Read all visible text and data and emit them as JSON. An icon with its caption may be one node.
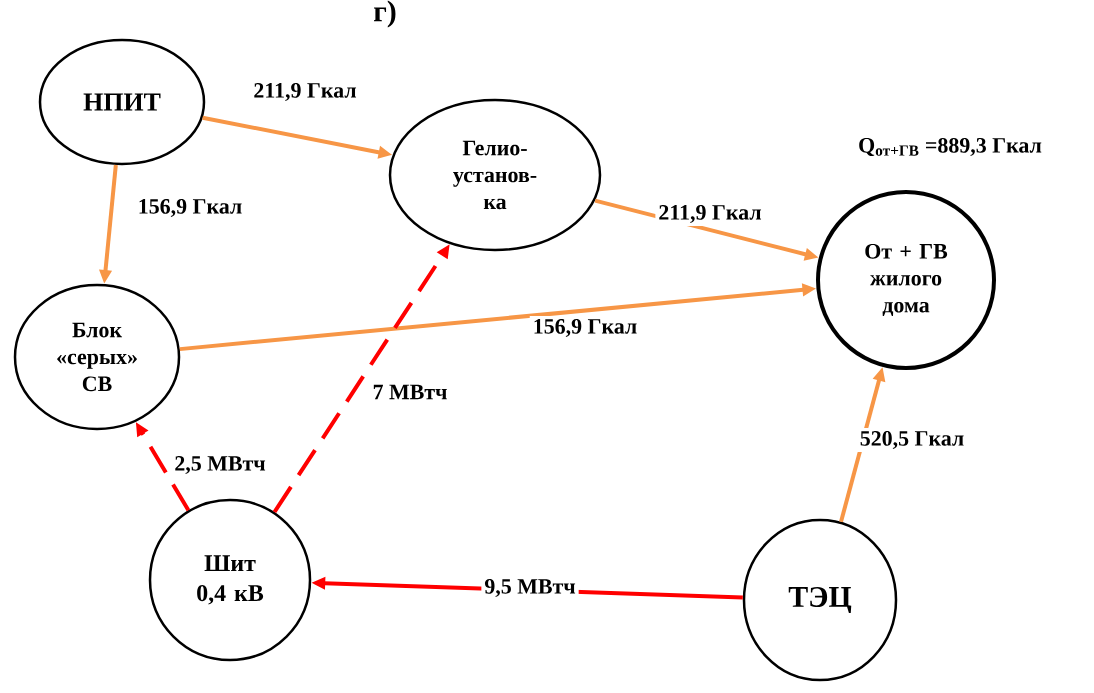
{
  "diagram": {
    "title": "г)",
    "nodes": [
      {
        "text": [
          "НПИТ"
        ]
      },
      {
        "text": [
          "Гелио- установ- ка"
        ]
      },
      {
        "text": [
          "От + ГВ жилого дома"
        ]
      },
      {
        "text": [
          "Блок «серых» СВ"
        ]
      },
      {
        "text": [
          "Шит 0,4 кВ"
        ]
      },
      {
        "text": [
          "ТЭЦ"
        ]
      }
    ],
    "edges": [
      {
        "from": 0,
        "to": 1,
        "arrow": "to",
        "label": "211,9 Гкал"
      },
      {
        "from": 0,
        "to": 3,
        "arrow": "to",
        "label": "156,9 Гкал"
      },
      {
        "from": 1,
        "to": 2,
        "arrow": "to",
        "label": "211,9 Гкал"
      },
      {
        "from": 3,
        "to": 2,
        "arrow": "to",
        "label": "156,9 Гкал"
      },
      {
        "from": 5,
        "to": 2,
        "arrow": "to",
        "label": "520,5 Гкал"
      },
      {
        "from": 5,
        "to": 4,
        "arrow": "to",
        "label": "9,5 МВтч",
        "color": "#ff0000"
      },
      {
        "from": 4,
        "to": 1,
        "arrow": "to",
        "label": "7 МВтч",
        "style": "dashed",
        "color": "#ff0000"
      },
      {
        "from": 4,
        "to": 3,
        "arrow": "to",
        "label": "2,5 МВтч",
        "style": "dashed",
        "color": "#ff0000"
      }
    ],
    "labels": [
      "Q$_{от+ГВ}$ =889,3 Гкал"
    ]
  }
}
